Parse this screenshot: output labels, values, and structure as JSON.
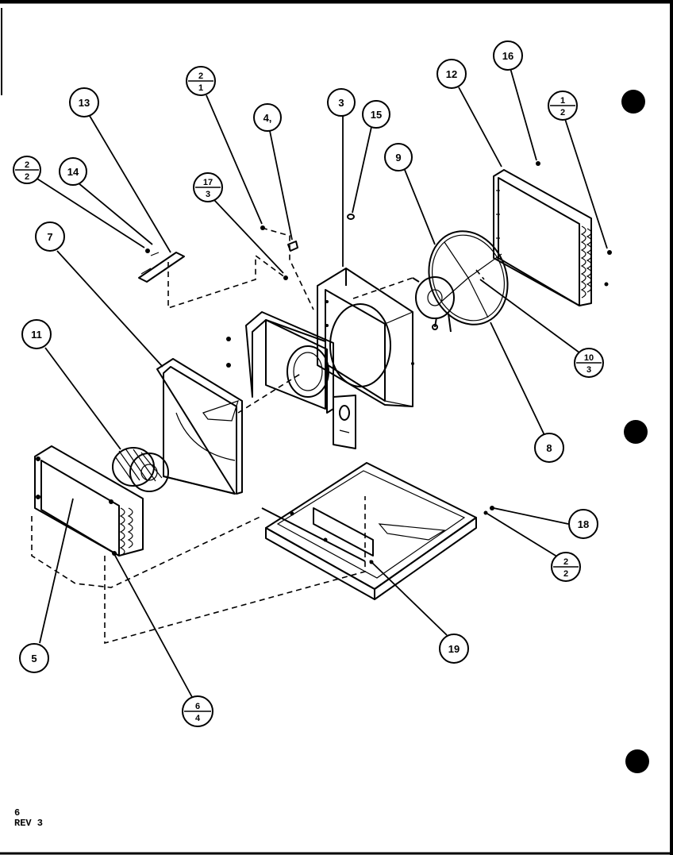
{
  "callouts": [
    {
      "id": "c13",
      "label": "13"
    },
    {
      "id": "c14",
      "label": "14"
    },
    {
      "id": "c2-2a",
      "top": "2",
      "bottom": "2"
    },
    {
      "id": "c2-1",
      "top": "2",
      "bottom": "1"
    },
    {
      "id": "c4",
      "label": "4,"
    },
    {
      "id": "c3",
      "label": "3"
    },
    {
      "id": "c15",
      "label": "15"
    },
    {
      "id": "c17-3",
      "top": "17",
      "bottom": "3"
    },
    {
      "id": "c7",
      "label": "7"
    },
    {
      "id": "c9",
      "label": "9"
    },
    {
      "id": "c12",
      "label": "12"
    },
    {
      "id": "c16",
      "label": "16"
    },
    {
      "id": "c1-2",
      "top": "1",
      "bottom": "2"
    },
    {
      "id": "c11",
      "label": "11"
    },
    {
      "id": "c10-3",
      "top": "10",
      "bottom": "3"
    },
    {
      "id": "c8",
      "label": "8"
    },
    {
      "id": "c18",
      "label": "18"
    },
    {
      "id": "c2-2b",
      "top": "2",
      "bottom": "2"
    },
    {
      "id": "c19",
      "label": "19"
    },
    {
      "id": "c5",
      "label": "5"
    },
    {
      "id": "c6-4",
      "top": "6",
      "bottom": "4"
    }
  ],
  "footer": {
    "page": "6",
    "revision": "REV 3"
  }
}
